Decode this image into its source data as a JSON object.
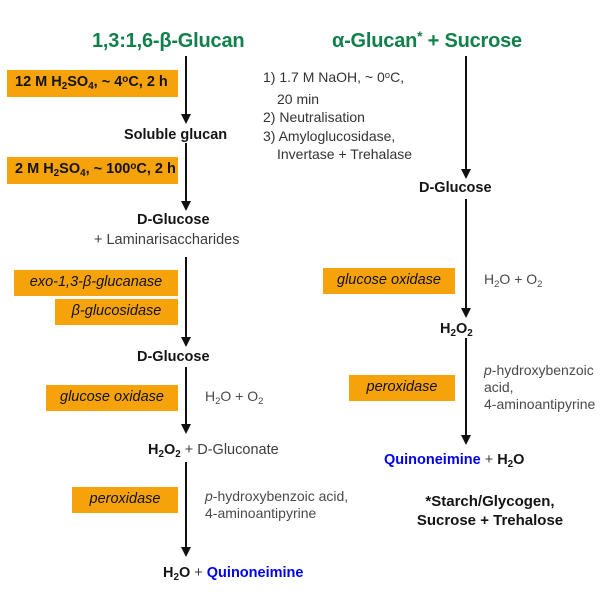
{
  "diagram": {
    "title_left": "1,3:1,6-β-Glucan",
    "title_right": "α-Glucan* + Sucrose",
    "colors": {
      "header_green": "#12804a",
      "chip_orange": "#f5a20b",
      "product_blue": "#0000ee",
      "arrow_black": "#111111"
    }
  },
  "left_branch": {
    "reagent_1": "12 M H2SO4, ~ 4oC, 2 h",
    "node_1": "Soluble glucan",
    "reagent_2": "2 M H2SO4, ~ 100oC, 2 h",
    "node_2": "D-Glucose",
    "node_2_sub": "+ Laminarisaccharides",
    "enzyme_1": "exo-1,3-β-glucanase",
    "enzyme_2": "β-glucosidase",
    "node_3": "D-Glucose",
    "enzyme_3": "glucose oxidase",
    "cofactor_3": "H2O + O2",
    "node_4": "H2O2 + D-Gluconate",
    "enzyme_4": "peroxidase",
    "cofactor_4_line1": "p-hydroxybenzoic acid,",
    "cofactor_4_line2": "4-aminoantipyrine",
    "node_5_a": "H2O",
    "node_5_plus": "+",
    "node_5_b": "Quinoneimine"
  },
  "right_branch": {
    "steps": [
      "1) 1.7 M NaOH, ~ 0oC,",
      "20 min",
      "2) Neutralisation",
      "3) Amyloglucosidase,",
      "Invertase + Trehalase"
    ],
    "node_1": "D-Glucose",
    "enzyme_1": "glucose oxidase",
    "cofactor_1": "H2O + O2",
    "node_2": "H2O2",
    "enzyme_2": "peroxidase",
    "cofactor_2_line1": "p-hydroxybenzoic",
    "cofactor_2_line2": "acid,",
    "cofactor_2_line3": "4-aminoantipyrine",
    "node_3_a": "Quinoneimine",
    "node_3_plus": "+",
    "node_3_b": "H2O",
    "footnote_line1": "*Starch/Glycogen,",
    "footnote_line2": "Sucrose + Trehalose"
  }
}
